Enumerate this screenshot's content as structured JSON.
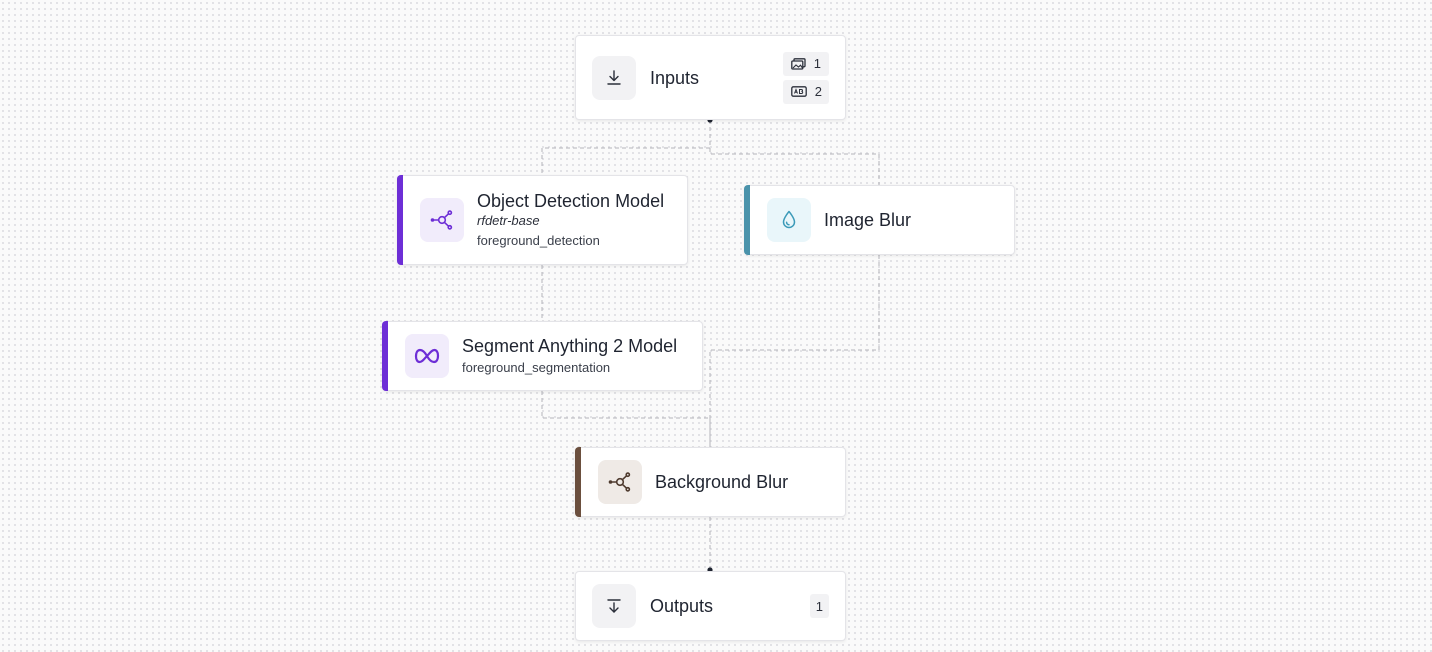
{
  "nodes": {
    "inputs": {
      "title": "Inputs",
      "icon": "download-icon",
      "badges": [
        {
          "icon": "image-icon",
          "count": "1"
        },
        {
          "icon": "text-field-icon",
          "count": "2"
        }
      ]
    },
    "object_detection": {
      "title": "Object Detection Model",
      "model": "rfdetr-base",
      "name": "foreground_detection",
      "icon": "graph-nodes-icon",
      "accent": "#6d2ed6"
    },
    "image_blur": {
      "title": "Image Blur",
      "icon": "droplet-icon",
      "accent": "#4a93ab"
    },
    "segment_anything": {
      "title": "Segment Anything 2 Model",
      "name": "foreground_segmentation",
      "icon": "infinity-icon",
      "accent": "#6d2ed6"
    },
    "background_blur": {
      "title": "Background Blur",
      "icon": "graph-nodes-icon",
      "accent": "#6b4f3e"
    },
    "outputs": {
      "title": "Outputs",
      "icon": "download-icon",
      "badge_count": "1"
    }
  }
}
